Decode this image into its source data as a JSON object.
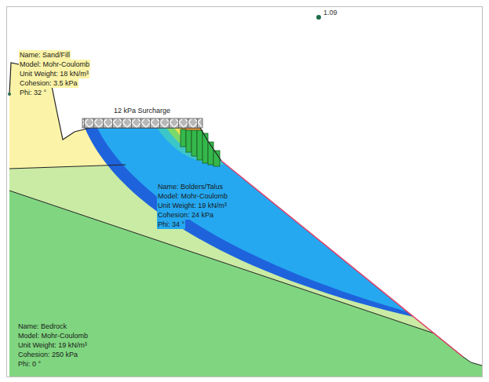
{
  "diagram": {
    "nodes": [
      {
        "text": [
          "Name: Sand/Fill",
          "Model: Mohr-Coulomb",
          "Unit Weight: 18 kN/m³",
          "Cohesion: 3.5 kPa",
          "Phi: 32 °"
        ]
      },
      {
        "text": [
          "12 kPa Surcharge"
        ]
      },
      {
        "text": [
          "Name: Bolders/Talus",
          "Model: Mohr-Coulomb",
          "Unit Weight: 19 kN/m³",
          "Cohesion: 24 kPa",
          "Phi: 34 °"
        ]
      },
      {
        "text": [
          "Name: Bedrock",
          "Model: Mohr-Coulomb",
          "Unit Weight: 19 kN/m³",
          "Cohesion: 250 kPa",
          "Phi: 0 °"
        ]
      }
    ],
    "labels": [
      "1.09"
    ]
  }
}
